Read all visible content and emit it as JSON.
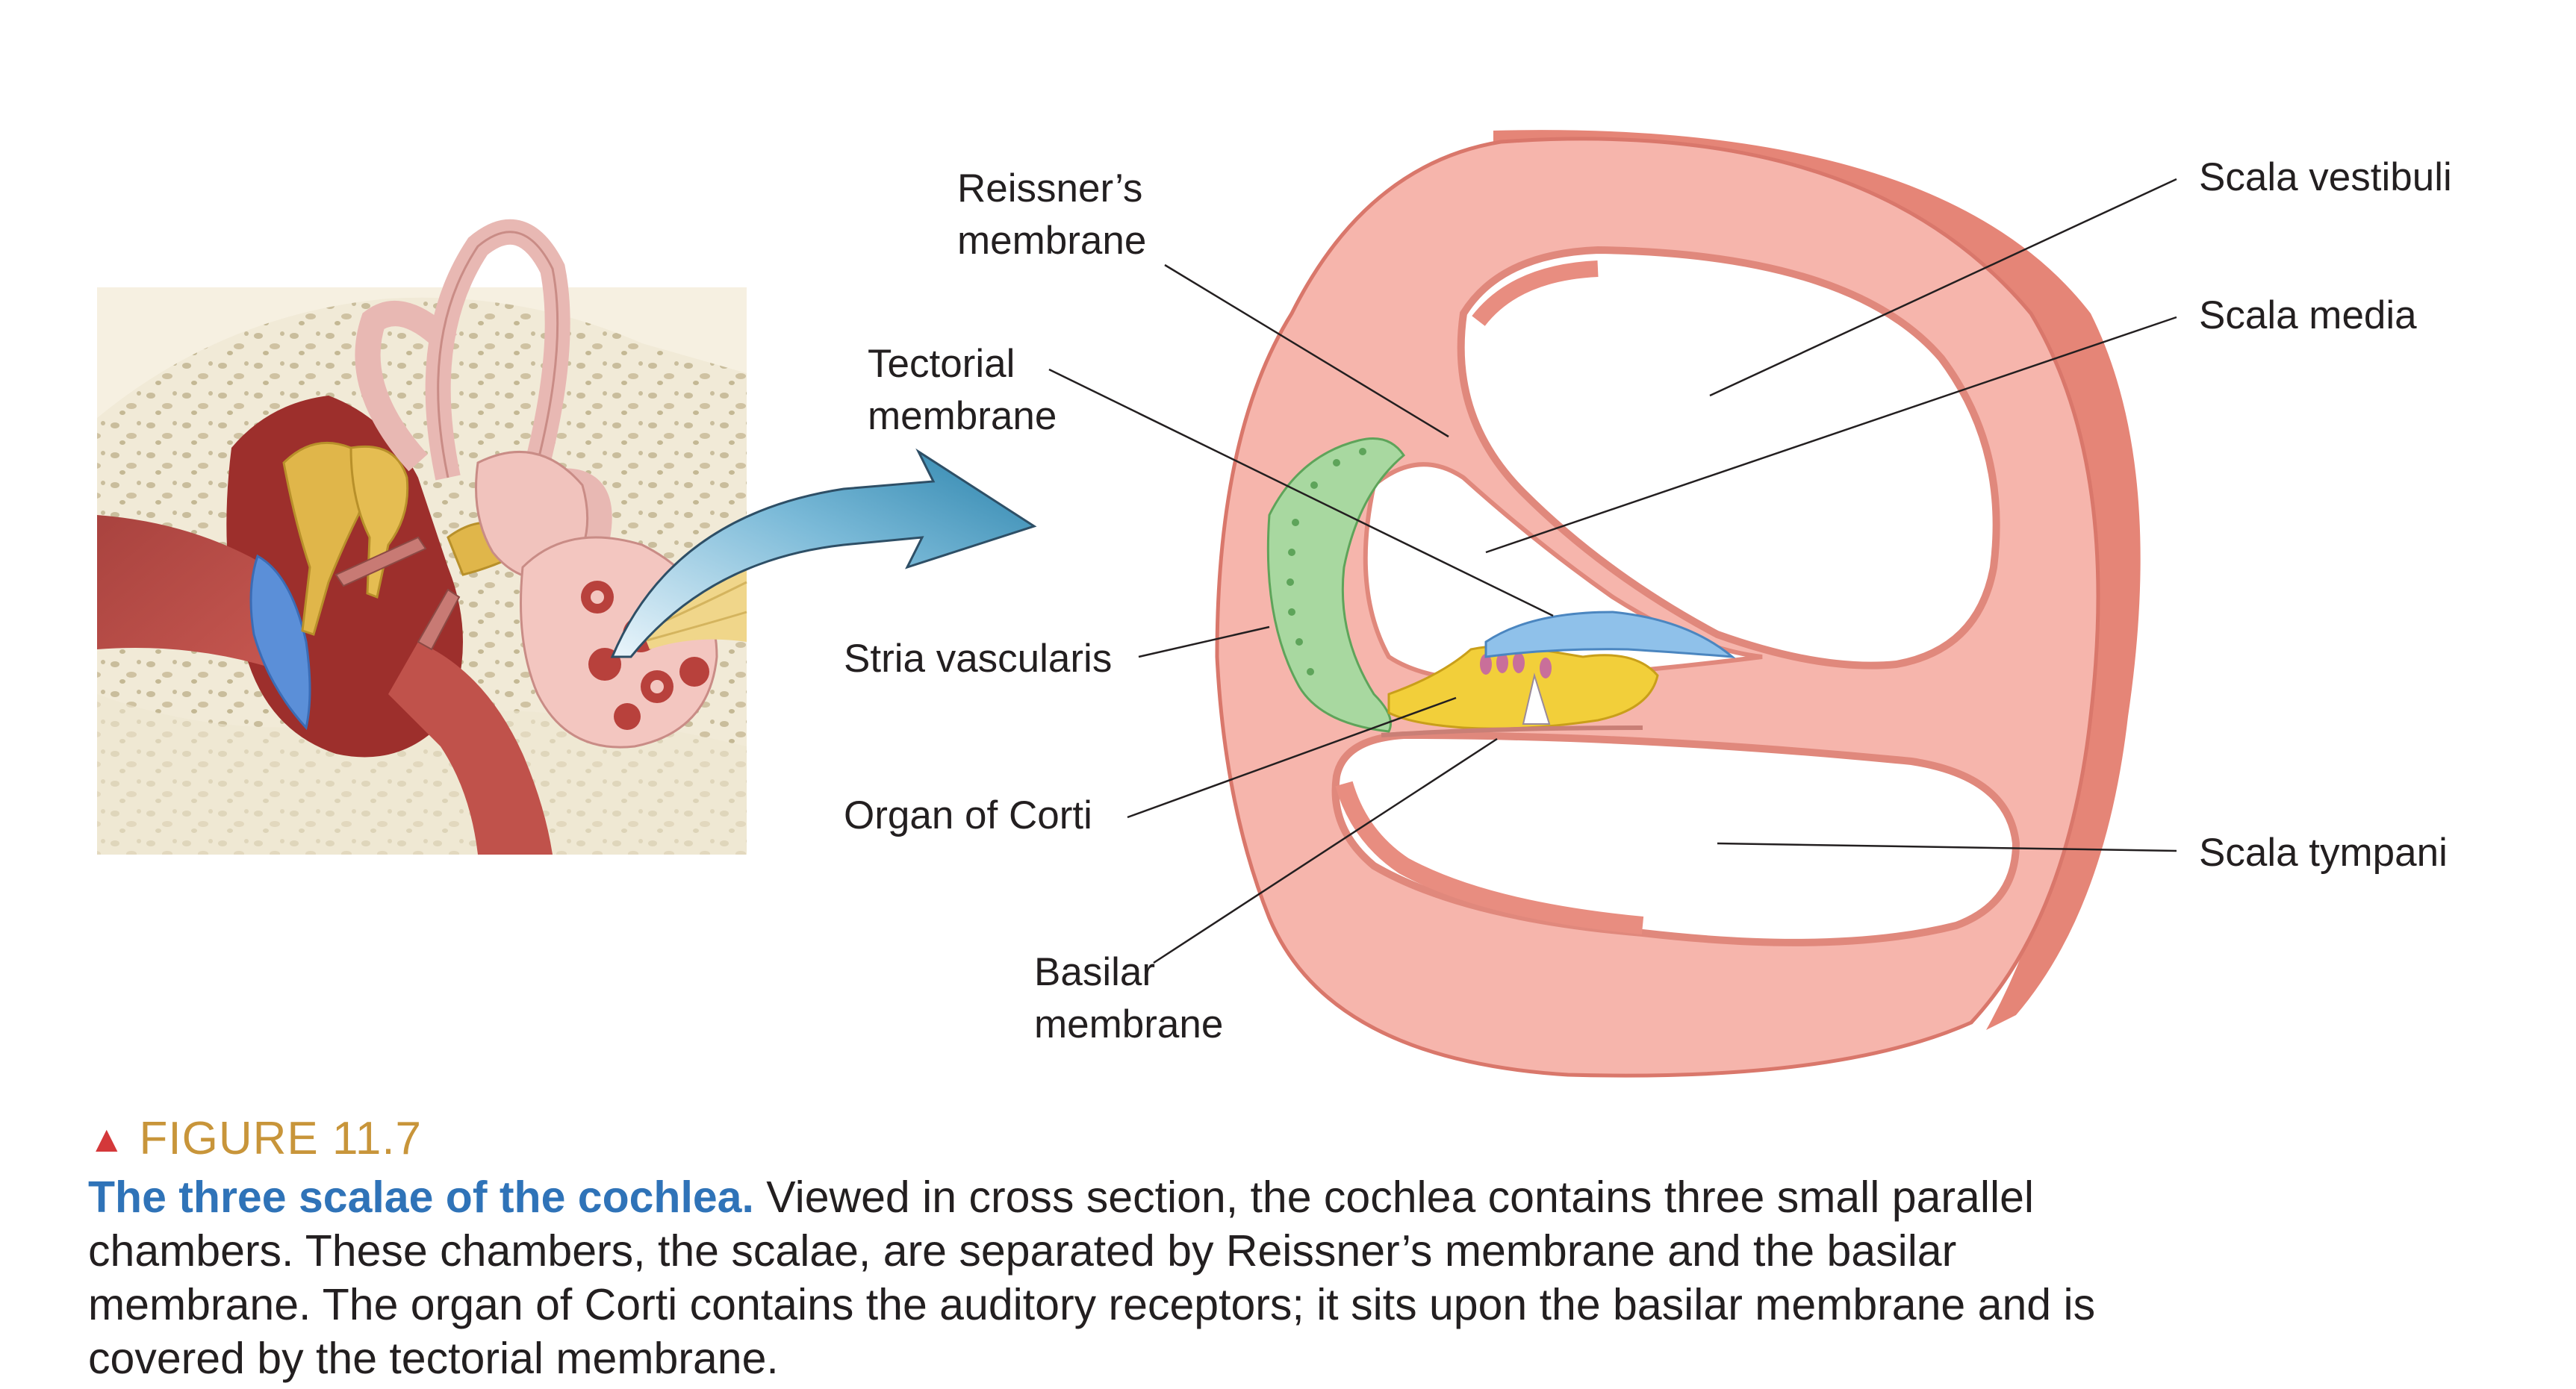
{
  "labels": {
    "reissner_1": "Reissner’s",
    "reissner_2": "membrane",
    "tectorial_1": "Tectorial",
    "tectorial_2": "membrane",
    "stria": "Stria vascularis",
    "corti": "Organ of Corti",
    "basilar_1": "Basilar",
    "basilar_2": "membrane",
    "vestibuli": "Scala vestibuli",
    "media": "Scala media",
    "tympani": "Scala tympani"
  },
  "caption": {
    "figure_number": "FIGURE 11.7",
    "lead": "The three scalae of the cochlea.",
    "body": "Viewed in cross section, the cochlea contains three small parallel chambers. These chambers, the scalae, are separated by Reissner’s membrane and the basilar membrane. The organ of Corti contains the auditory receptors; it sits upon the basilar membrane and is covered by the tectorial membrane."
  },
  "icons": {
    "figure_marker": "red-triangle-icon",
    "arrow": "curved-arrow-icon"
  },
  "colors": {
    "caption_lead": "#2f73b8",
    "figure_number": "#c8953a",
    "figure_marker": "#d4383a",
    "cochlea_wall": "#f4a9a0",
    "stria_vascularis": "#a8d8a0",
    "organ_of_corti": "#f2cf3a",
    "tectorial_membrane": "#8fc1ea"
  }
}
